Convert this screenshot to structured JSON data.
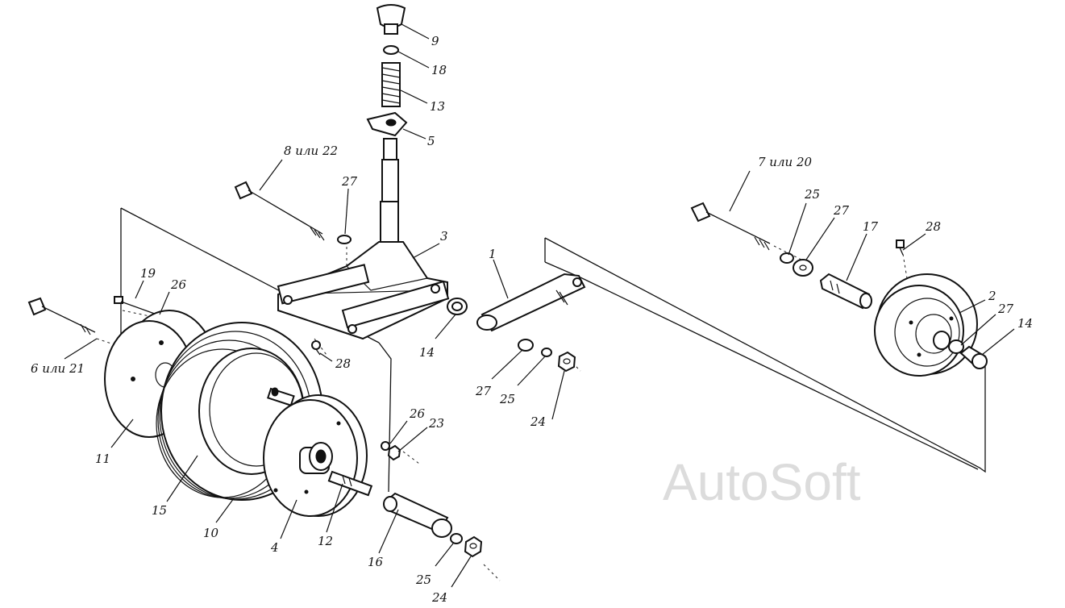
{
  "callouts": {
    "c9": "9",
    "c18": "18",
    "c13": "13",
    "c5": "5",
    "c22": "8 или 22",
    "c27a": "27",
    "c3": "3",
    "c1": "1",
    "c19": "19",
    "c26a": "26",
    "c21": "6 или 21",
    "c14a": "14",
    "c28a": "28",
    "c27b": "27",
    "c25a": "25",
    "c24a": "24",
    "c11": "11",
    "c26b": "26",
    "c23": "23",
    "c15": "15",
    "c10": "10",
    "c4": "4",
    "c12": "12",
    "c16": "16",
    "c25b": "25",
    "c24b": "24",
    "c20": "7 или 20",
    "c25c": "25",
    "c27c": "27",
    "c17": "17",
    "c28b": "28",
    "c2": "2",
    "c27d": "27",
    "c14b": "14"
  },
  "watermark": "AutoSoft",
  "colors": {
    "ink": "#111111",
    "watermark": "#dcdcdc"
  }
}
